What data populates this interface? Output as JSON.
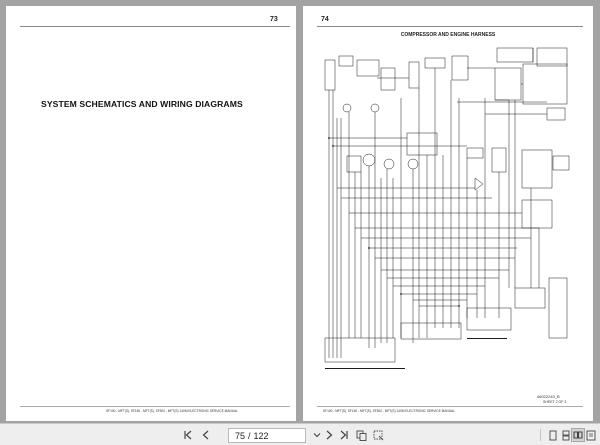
{
  "left_page": {
    "page_number": "73",
    "title": "SYSTEM SCHEMATICS AND WIRING DIAGRAMS",
    "footer": "SF100 - MFT(S), SF150 - MFT(S), SF300 - MFT(S) 140M ELECTRONIC SERVICE MANUAL"
  },
  "right_page": {
    "page_number": "74",
    "diagram_title": "COMPRESSOR AND ENGINE HARNESS",
    "footer": "SF100 - MFT(S), SF150 - MFT(S), SF300 - MFT(S) 140M ELECTRONIC SERVICE MANUAL",
    "drawing_number": "46022240_B",
    "sheet": "SHEET 2 OF 3"
  },
  "toolbar": {
    "current_page": "75",
    "separator": "/",
    "total_pages": "122",
    "icons": [
      "first-page-icon",
      "previous-page-icon",
      "next-page-icon",
      "last-page-icon",
      "page-dropdown-icon",
      "copy-icon",
      "selection-icon",
      "single-page-icon",
      "scroll-view-icon",
      "two-page-view-icon",
      "fit-page-icon"
    ]
  },
  "colors": {
    "background": "#a3a3a3",
    "page": "#ffffff",
    "toolbar": "#eeeeee",
    "wire": "#1a1a1a"
  }
}
